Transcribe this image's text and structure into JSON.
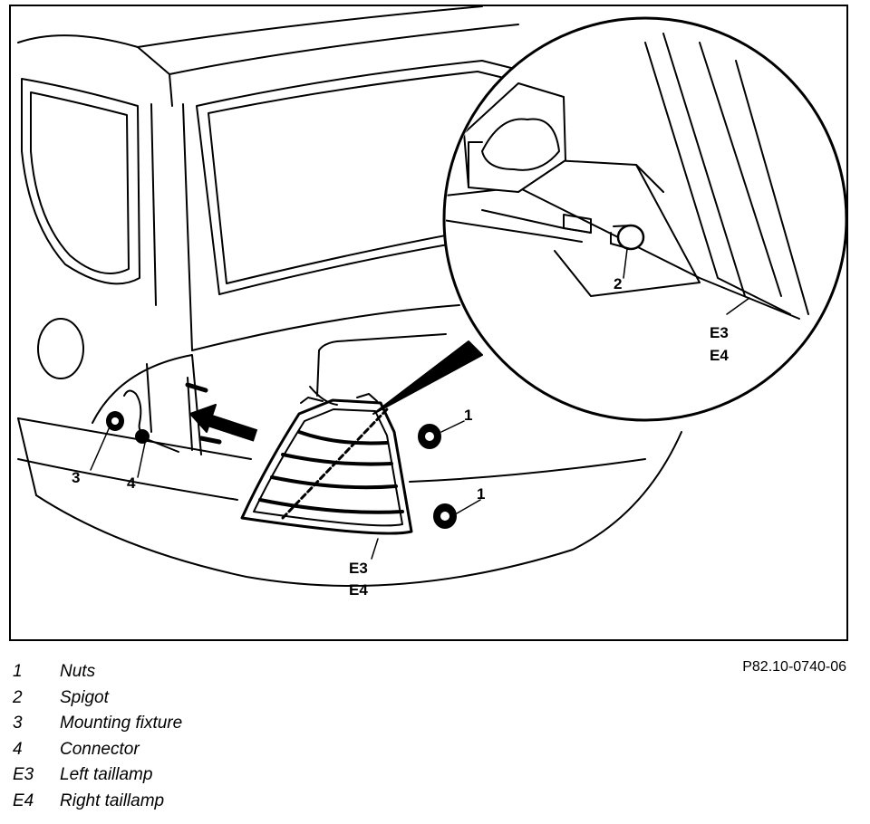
{
  "callouts": {
    "nut_upper": "1",
    "nut_lower": "1",
    "spigot": "2",
    "mounting_fixture": "3",
    "connector": "4",
    "lamp_main_e3": "E3",
    "lamp_main_e4": "E4",
    "lamp_detail_e3": "E3",
    "lamp_detail_e4": "E4"
  },
  "figure_code": "P82.10-0740-06",
  "legend": [
    {
      "key": "1",
      "text": "Nuts"
    },
    {
      "key": "2",
      "text": "Spigot"
    },
    {
      "key": "3",
      "text": "Mounting fixture"
    },
    {
      "key": "4",
      "text": "Connector"
    },
    {
      "key": "E3",
      "text": "Left taillamp"
    },
    {
      "key": "E4",
      "text": "Right taillamp"
    }
  ]
}
